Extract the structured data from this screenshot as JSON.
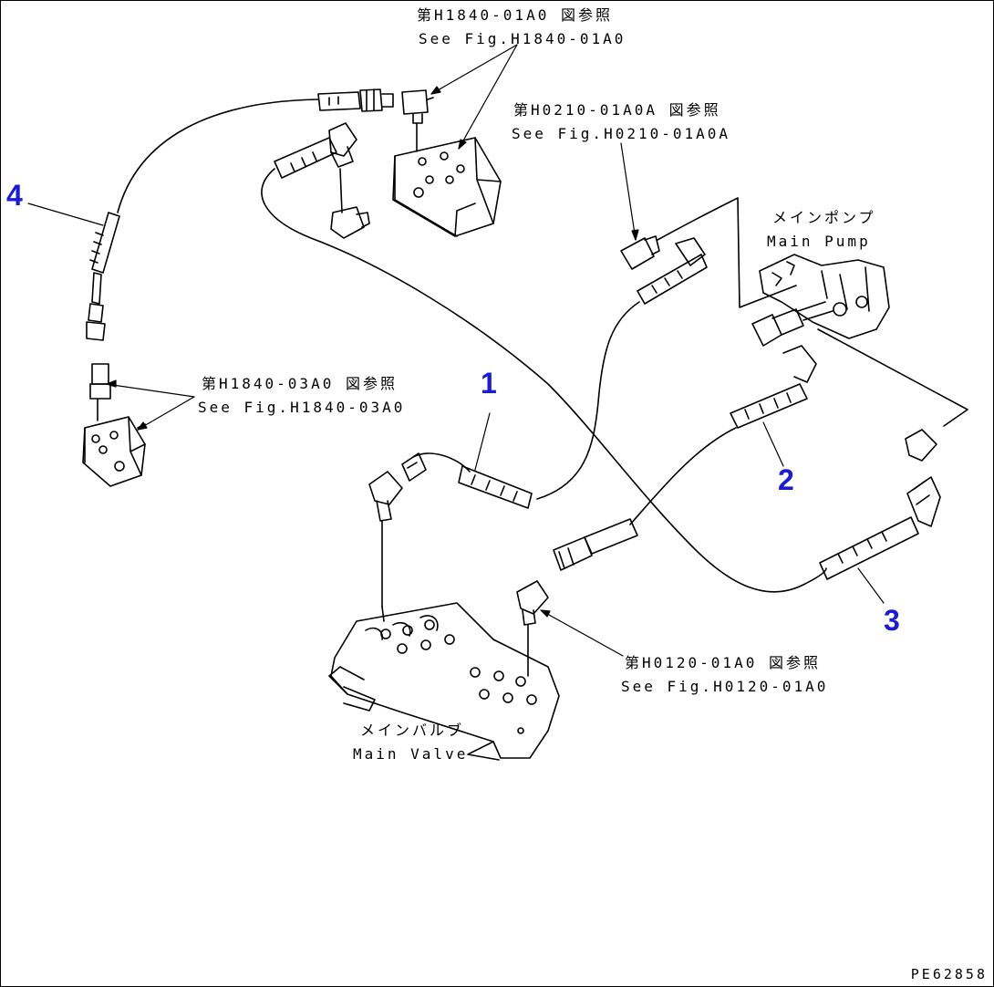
{
  "references": {
    "h1840_01a0": {
      "jp": "第H1840-01A0 図参照",
      "en": "See Fig.H1840-01A0"
    },
    "h0210_01a0a": {
      "jp": "第H0210-01A0A 図参照",
      "en": "See Fig.H0210-01A0A"
    },
    "h1840_03a0": {
      "jp": "第H1840-03A0 図参照",
      "en": "See Fig.H1840-03A0"
    },
    "h0120_01a0": {
      "jp": "第H0120-01A0 図参照",
      "en": "See Fig.H0120-01A0"
    }
  },
  "components": {
    "main_pump": {
      "jp": "メインポンプ",
      "en": "Main Pump"
    },
    "main_valve": {
      "jp": "メインバルブ",
      "en": "Main Valve"
    }
  },
  "part_numbers": [
    "1",
    "2",
    "3",
    "4"
  ],
  "drawing_number": "PE62858",
  "colors": {
    "callout": "#1a1adc",
    "line": "#000000"
  }
}
